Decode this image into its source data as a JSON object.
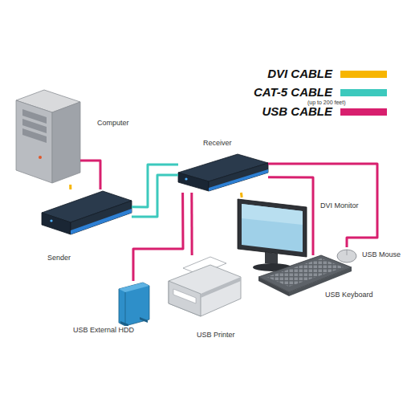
{
  "diagram": {
    "nodes": [
      {
        "text": [
          "Computer"
        ]
      },
      {
        "text": [
          "Sender"
        ]
      },
      {
        "text": [
          "Receiver"
        ]
      },
      {
        "text": [
          "DVI Monitor"
        ]
      },
      {
        "text": [
          "USB Mouse"
        ]
      },
      {
        "text": [
          "USB Keyboard"
        ]
      },
      {
        "text": [
          "USB Printer"
        ]
      },
      {
        "text": [
          "USB External HDD"
        ]
      }
    ],
    "edges": [
      {
        "from": 0,
        "to": 1,
        "arrow": "none"
      },
      {
        "from": 0,
        "to": 1,
        "arrow": "none"
      },
      {
        "from": 1,
        "to": 2,
        "arrow": "none"
      },
      {
        "from": 1,
        "to": 2,
        "arrow": "none"
      },
      {
        "from": 2,
        "to": 3,
        "arrow": "none"
      },
      {
        "from": 2,
        "to": 4,
        "arrow": "none"
      },
      {
        "from": 2,
        "to": 5,
        "arrow": "none"
      },
      {
        "from": 2,
        "to": 6,
        "arrow": "none"
      },
      {
        "from": 2,
        "to": 7,
        "arrow": "none"
      }
    ],
    "labels": [
      "(up to 200 feet)"
    ],
    "legend": [
      {
        "text": "DVI CABLE",
        "color": "#f7b500"
      },
      {
        "text": "CAT-5 CABLE",
        "color": "#3cc9bd"
      },
      {
        "text": "USB CABLE",
        "color": "#d81f6e"
      }
    ]
  }
}
